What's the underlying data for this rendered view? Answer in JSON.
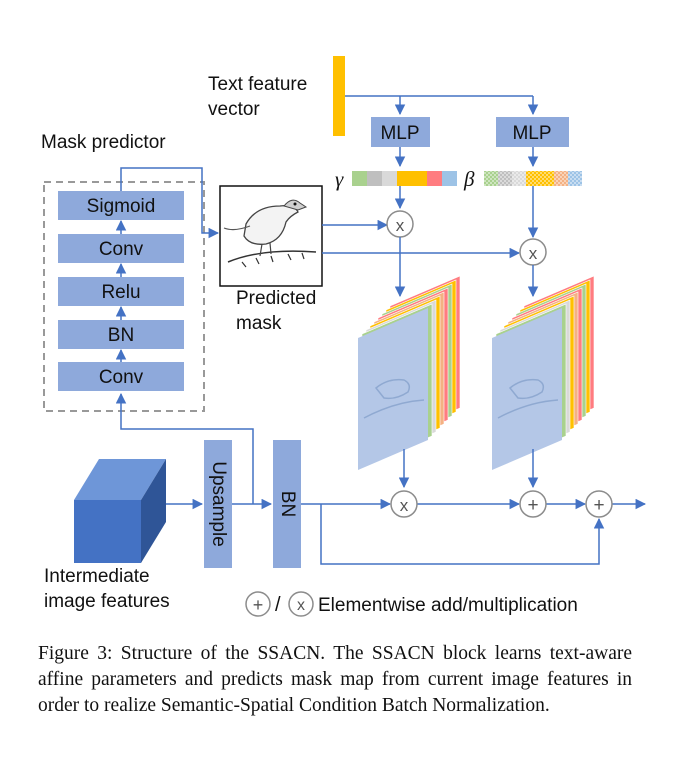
{
  "diagram": {
    "text_feature_label": "Text feature\nvector",
    "mask_predictor_label": "Mask predictor",
    "mlp_gamma": "MLP",
    "mlp_beta": "MLP",
    "gamma_symbol": "γ",
    "beta_symbol": "β",
    "predictor_blocks": [
      "Sigmoid",
      "Conv",
      "Relu",
      "BN",
      "Conv"
    ],
    "predicted_mask_label": "Predicted\nmask",
    "upsample_label": "Upsample",
    "bn_label": "BN",
    "intermediate_label": "Intermediate\nimage features",
    "legend_label": "Elementwise add/multiplication",
    "legend_separator": "/",
    "multiply_symbol": "x",
    "add_symbol": "+",
    "colors": {
      "block_fill": "#8EA9DB",
      "arrow": "#4472C4",
      "text_bar": "#FFC000",
      "feature_cube": "#4472C4",
      "vector_cells": [
        "#A9D18E",
        "#BFBFBF",
        "#D9D9D9",
        "#FFC000",
        "#FFC000",
        "#F4B183",
        "#FF7C80",
        "#9DC3E6"
      ]
    }
  },
  "caption": "Figure 3: Structure of the SSACN. The SSACN block learns text-aware affine parameters and predicts mask map from current image features in order to realize Semantic-Spatial Condition Batch Normalization."
}
